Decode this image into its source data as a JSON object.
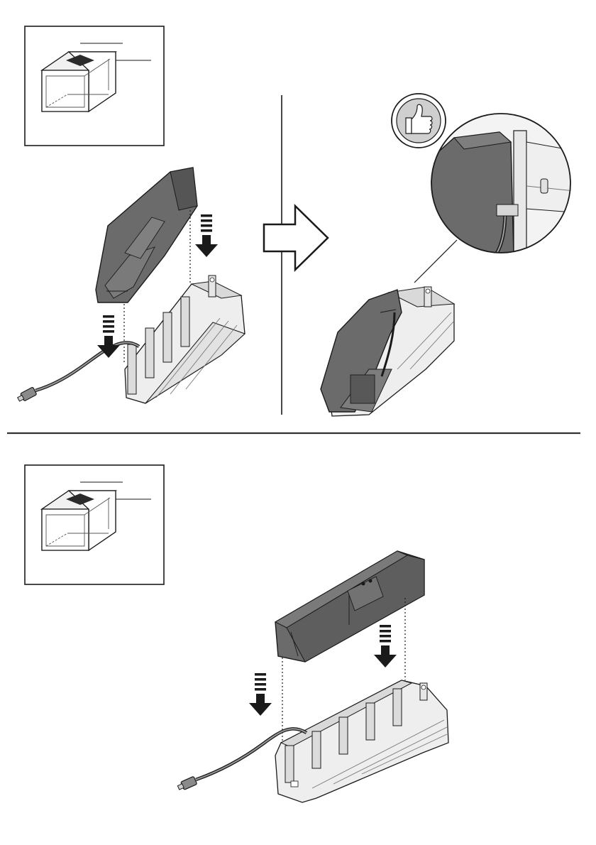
{
  "document": {
    "kind": "assembly-instruction-page",
    "steps": [
      {
        "id": "step-1",
        "panels": [
          "location-thumbnail",
          "assembly-before",
          "direction-arrow",
          "assembly-result"
        ],
        "actions": [
          "lower-cover-down",
          "insert-cable"
        ],
        "confirmation_icon": "thumbs-up-icon",
        "detail_callout": "zoom-cable-clip"
      },
      {
        "id": "step-2",
        "panels": [
          "location-thumbnail",
          "assembly-before"
        ],
        "actions": [
          "lower-cover-down"
        ]
      }
    ]
  },
  "colors": {
    "line": "#1a1a1a",
    "dark_part": "#6b6b6b",
    "dark_part_shade": "#555555",
    "light_part": "#eeeeee",
    "light_part_shade": "#d9d9d9",
    "separator": "#333333"
  },
  "icons": [
    "thumbs-up-icon",
    "down-arrow-icon",
    "right-arrow-icon",
    "plug-icon"
  ]
}
